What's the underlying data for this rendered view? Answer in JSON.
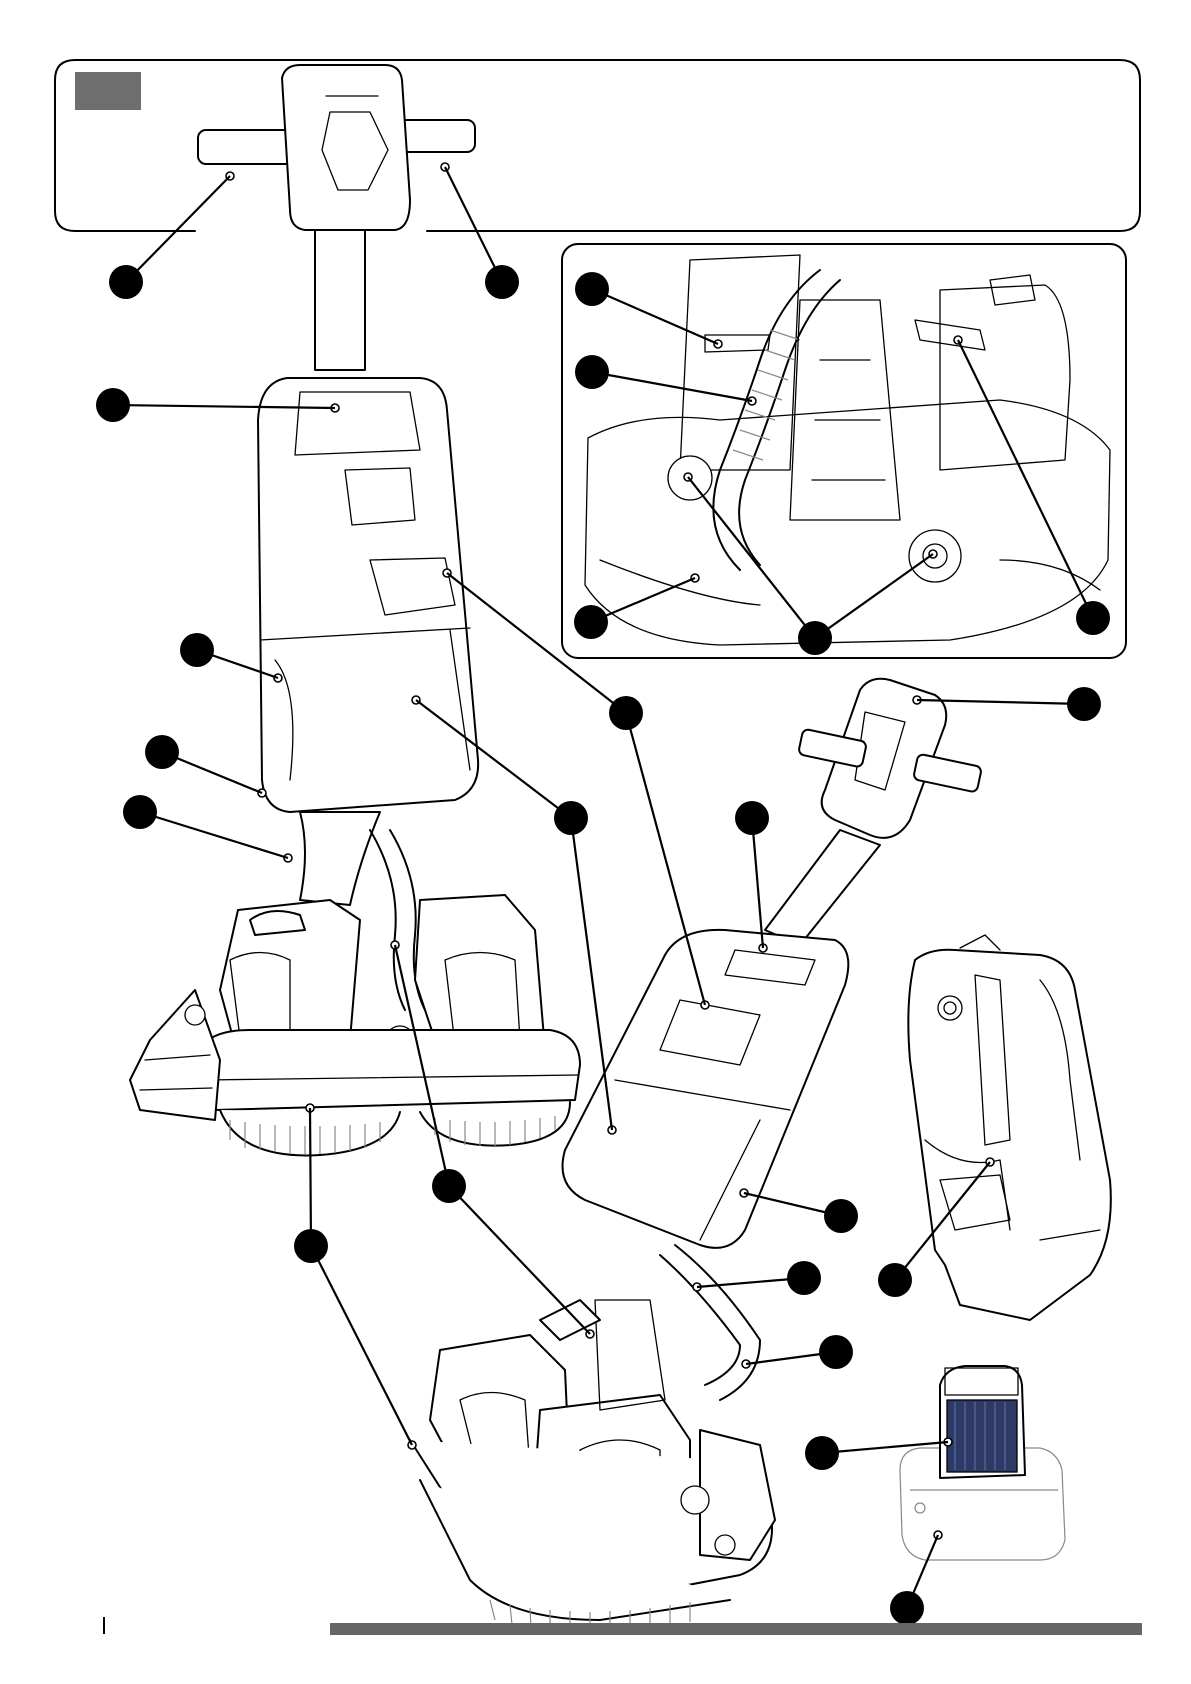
{
  "colors": {
    "line": "#000000",
    "background": "#ffffff",
    "label_tab": "#6e6e6e",
    "footer_bar": "#666666",
    "battery_blue": "#2e3a66"
  },
  "callouts": [
    {
      "id": "handle-left",
      "label": ""
    },
    {
      "id": "handle-right",
      "label": ""
    },
    {
      "id": "tank-cap",
      "label": ""
    },
    {
      "id": "tank-body-side",
      "label": ""
    },
    {
      "id": "drain-valve",
      "label": ""
    },
    {
      "id": "motor-cover",
      "label": ""
    },
    {
      "id": "detail-filter",
      "label": ""
    },
    {
      "id": "detail-hose",
      "label": ""
    },
    {
      "id": "detail-squeegee",
      "label": ""
    },
    {
      "id": "detail-wheels",
      "label": ""
    },
    {
      "id": "detail-handle-grip",
      "label": ""
    },
    {
      "id": "tank-handle",
      "label": ""
    },
    {
      "id": "tank-front",
      "label": ""
    },
    {
      "id": "brush-deck",
      "label": ""
    },
    {
      "id": "suction-hose",
      "label": ""
    },
    {
      "id": "handle-top",
      "label": ""
    },
    {
      "id": "tank-cap-rear",
      "label": ""
    },
    {
      "id": "tank-window",
      "label": ""
    },
    {
      "id": "tank-latch",
      "label": ""
    },
    {
      "id": "rear-hose",
      "label": ""
    },
    {
      "id": "battery",
      "label": ""
    },
    {
      "id": "charger",
      "label": ""
    },
    {
      "id": "tank-bracket",
      "label": ""
    }
  ]
}
